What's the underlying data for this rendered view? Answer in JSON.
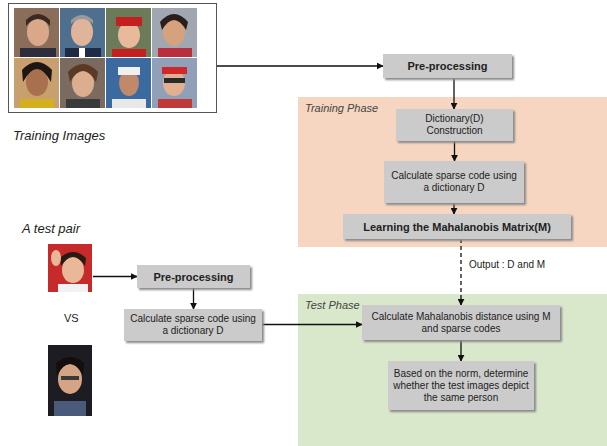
{
  "diagram": {
    "nodes": [
      {
        "text": [
          "Training Images"
        ]
      },
      {
        "text": [
          "Pre-processing"
        ]
      },
      {
        "text": [
          "Training Phase"
        ]
      },
      {
        "text": [
          "Dictionary(D) Construction"
        ],
        "in": 2
      },
      {
        "text": [
          "Calculate sparse code using a dictionary D"
        ],
        "in": 2
      },
      {
        "text": [
          "Learning the Mahalanobis Matrix(M)"
        ],
        "in": 2
      },
      {
        "text": [
          "A test pair",
          "VS"
        ]
      },
      {
        "text": [
          "Pre-processing"
        ]
      },
      {
        "text": [
          "Calculate sparse code using a dictionary D"
        ]
      },
      {
        "text": [
          "Test Phase"
        ]
      },
      {
        "text": [
          "Calculate Mahalanobis distance using M and sparse codes"
        ],
        "in": 9
      },
      {
        "text": [
          "Based on the norm, determine whether the test images depict the same person"
        ],
        "in": 9
      }
    ],
    "edges": [
      {
        "from": 0,
        "to": 1,
        "arrow": "to"
      },
      {
        "from": 1,
        "to": 3,
        "arrow": "to"
      },
      {
        "from": 3,
        "to": 4,
        "arrow": "to"
      },
      {
        "from": 4,
        "to": 5,
        "arrow": "to"
      },
      {
        "from": 5,
        "to": 10,
        "arrow": "to",
        "label": "Output : D and M"
      },
      {
        "from": 6,
        "to": 7,
        "arrow": "to"
      },
      {
        "from": 7,
        "to": 8,
        "arrow": "to"
      },
      {
        "from": 8,
        "to": 10,
        "arrow": "to"
      },
      {
        "from": 10,
        "to": 11,
        "arrow": "to"
      }
    ]
  }
}
